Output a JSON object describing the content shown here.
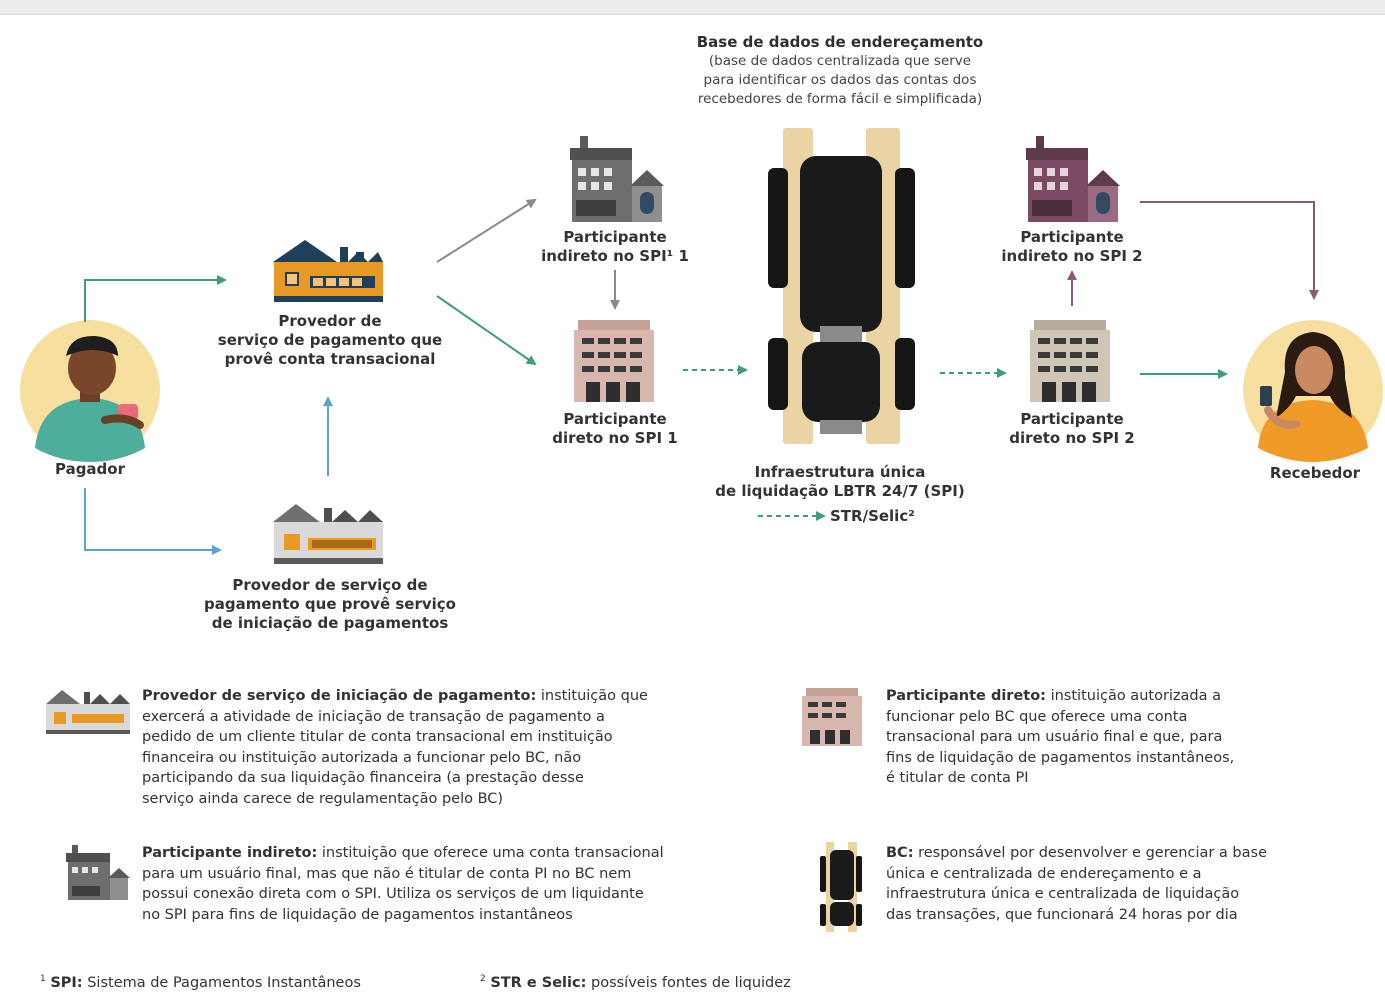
{
  "database": {
    "title": "Base de dados de endereçamento",
    "subtitle_lines": [
      "(base de dados centralizada que serve",
      "para identificar os dados das contas dos",
      "recebedores de forma fácil e simplificada)"
    ]
  },
  "nodes": {
    "payer": "Pagador",
    "receiver": "Recebedor",
    "psp_account": [
      "Provedor de",
      "serviço de pagamento que",
      "provê conta transacional"
    ],
    "psp_initiation": [
      "Provedor de serviço de",
      "pagamento que provê serviço",
      "de iniciação de pagamentos"
    ],
    "indirect_1": [
      "Participante",
      "indireto no SPI¹ 1"
    ],
    "direct_1": [
      "Participante",
      "direto no SPI 1"
    ],
    "indirect_2": [
      "Participante",
      "indireto no SPI 2"
    ],
    "direct_2": [
      "Participante",
      "direto no SPI 2"
    ],
    "infrastructure": [
      "Infraestrutura única",
      "de liquidação LBTR 24/7 (SPI)"
    ],
    "str_selic": "STR/Selic²"
  },
  "legend": {
    "initiation": {
      "term": "Provedor de serviço de iniciação de pagamento:",
      "lines": [
        " instituição que",
        "exercerá a atividade de iniciação de transação de pagamento a",
        "pedido de um cliente titular de conta transacional em instituição",
        "financeira ou instituição autorizada a funcionar pelo BC, não",
        "participando da sua liquidação financeira (a prestação desse",
        "serviço ainda carece de regulamentação pelo BC)"
      ]
    },
    "direct": {
      "term": "Participante direto:",
      "lines": [
        " instituição autorizada a",
        "funcionar pelo BC que oferece uma conta",
        "transacional para um usuário final e que, para",
        "fins de liquidação de pagamentos instantâneos,",
        "é titular de conta PI"
      ]
    },
    "indirect": {
      "term": "Participante indireto:",
      "lines": [
        " instituição que oferece uma conta transacional",
        "para um usuário final, mas que não é titular de conta PI no BC nem",
        "possui conexão direta com o SPI. Utiliza os serviços de um liquidante",
        "no SPI para fins de liquidação de pagamentos instantâneos"
      ]
    },
    "bc": {
      "term": "BC:",
      "lines": [
        " responsável por desenvolver e gerenciar a base",
        "única e centralizada de endereçamento e a",
        "infraestrutura única e centralizada de liquidação",
        "das transações, que funcionará 24 horas por dia"
      ]
    }
  },
  "footnotes": {
    "note1": {
      "mark": "1",
      "term": "SPI:",
      "text": " Sistema de Pagamentos Instantâneos"
    },
    "note2": {
      "mark": "2",
      "term": "STR e Selic:",
      "text": " possíveis fontes de liquidez"
    }
  },
  "colors": {
    "green_arrow": "#3f9d7e",
    "gray_arrow": "#8a8a8a",
    "mauve_arrow": "#8a5b72",
    "blue_arrow": "#5aa3cc",
    "orange": "#e99a25",
    "navy": "#1f3f5b",
    "tan": "#ead4a4",
    "pink_building": "#d8b7ae",
    "mauve_building": "#7b4a63",
    "gray_building": "#6e6e6e"
  }
}
